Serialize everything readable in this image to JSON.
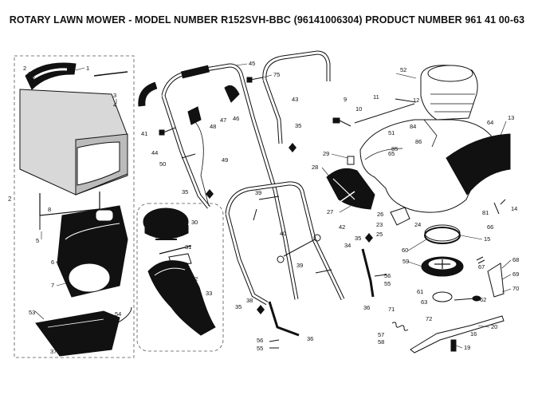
{
  "title": "ROTARY LAWN MOWER - MODEL NUMBER  R152SVH-BBC  (96141006304) PRODUCT NUMBER 961 41 00-63",
  "side_mark": "2",
  "parts": [
    {
      "n": "1"
    },
    {
      "n": "2"
    },
    {
      "n": "3"
    },
    {
      "n": "4"
    },
    {
      "n": "5"
    },
    {
      "n": "6"
    },
    {
      "n": "7"
    },
    {
      "n": "8"
    },
    {
      "n": "9"
    },
    {
      "n": "10"
    },
    {
      "n": "11"
    },
    {
      "n": "12"
    },
    {
      "n": "13"
    },
    {
      "n": "14"
    },
    {
      "n": "15"
    },
    {
      "n": "16"
    },
    {
      "n": "19"
    },
    {
      "n": "20"
    },
    {
      "n": "23"
    },
    {
      "n": "24"
    },
    {
      "n": "25"
    },
    {
      "n": "26"
    },
    {
      "n": "27"
    },
    {
      "n": "28"
    },
    {
      "n": "29"
    },
    {
      "n": "30"
    },
    {
      "n": "31"
    },
    {
      "n": "32"
    },
    {
      "n": "33"
    },
    {
      "n": "34"
    },
    {
      "n": "35"
    },
    {
      "n": "36"
    },
    {
      "n": "37"
    },
    {
      "n": "38"
    },
    {
      "n": "39"
    },
    {
      "n": "40"
    },
    {
      "n": "41"
    },
    {
      "n": "42"
    },
    {
      "n": "43"
    },
    {
      "n": "44"
    },
    {
      "n": "45"
    },
    {
      "n": "46"
    },
    {
      "n": "47"
    },
    {
      "n": "48"
    },
    {
      "n": "49"
    },
    {
      "n": "50"
    },
    {
      "n": "51"
    },
    {
      "n": "52"
    },
    {
      "n": "53"
    },
    {
      "n": "54"
    },
    {
      "n": "55"
    },
    {
      "n": "56"
    },
    {
      "n": "57"
    },
    {
      "n": "58"
    },
    {
      "n": "59"
    },
    {
      "n": "60"
    },
    {
      "n": "61"
    },
    {
      "n": "62"
    },
    {
      "n": "63"
    },
    {
      "n": "64"
    },
    {
      "n": "65"
    },
    {
      "n": "66"
    },
    {
      "n": "67"
    },
    {
      "n": "68"
    },
    {
      "n": "69"
    },
    {
      "n": "70"
    },
    {
      "n": "71"
    },
    {
      "n": "72"
    },
    {
      "n": "75"
    },
    {
      "n": "81"
    },
    {
      "n": "84"
    },
    {
      "n": "85"
    },
    {
      "n": "86"
    }
  ]
}
